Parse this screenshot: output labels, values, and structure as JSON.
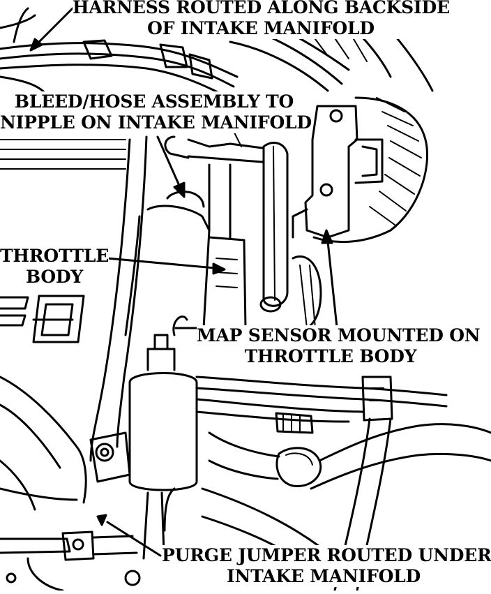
{
  "figure": {
    "ink": "#000000",
    "paper": "#ffffff",
    "callouts": {
      "harness": [
        "HARNESS ROUTED ALONG BACKSIDE",
        "OF INTAKE MANIFOLD"
      ],
      "bleed": [
        "BLEED/HOSE ASSEMBLY TO",
        "NIPPLE ON INTAKE MANIFOLD"
      ],
      "throttle": [
        "THROTTLE",
        "BODY"
      ],
      "map": [
        "MAP SENSOR MOUNTED ON",
        "THROTTLE BODY"
      ],
      "purge": [
        "PURGE JUMPER ROUTED UNDER",
        "INTAKE MANIFOLD"
      ]
    }
  }
}
